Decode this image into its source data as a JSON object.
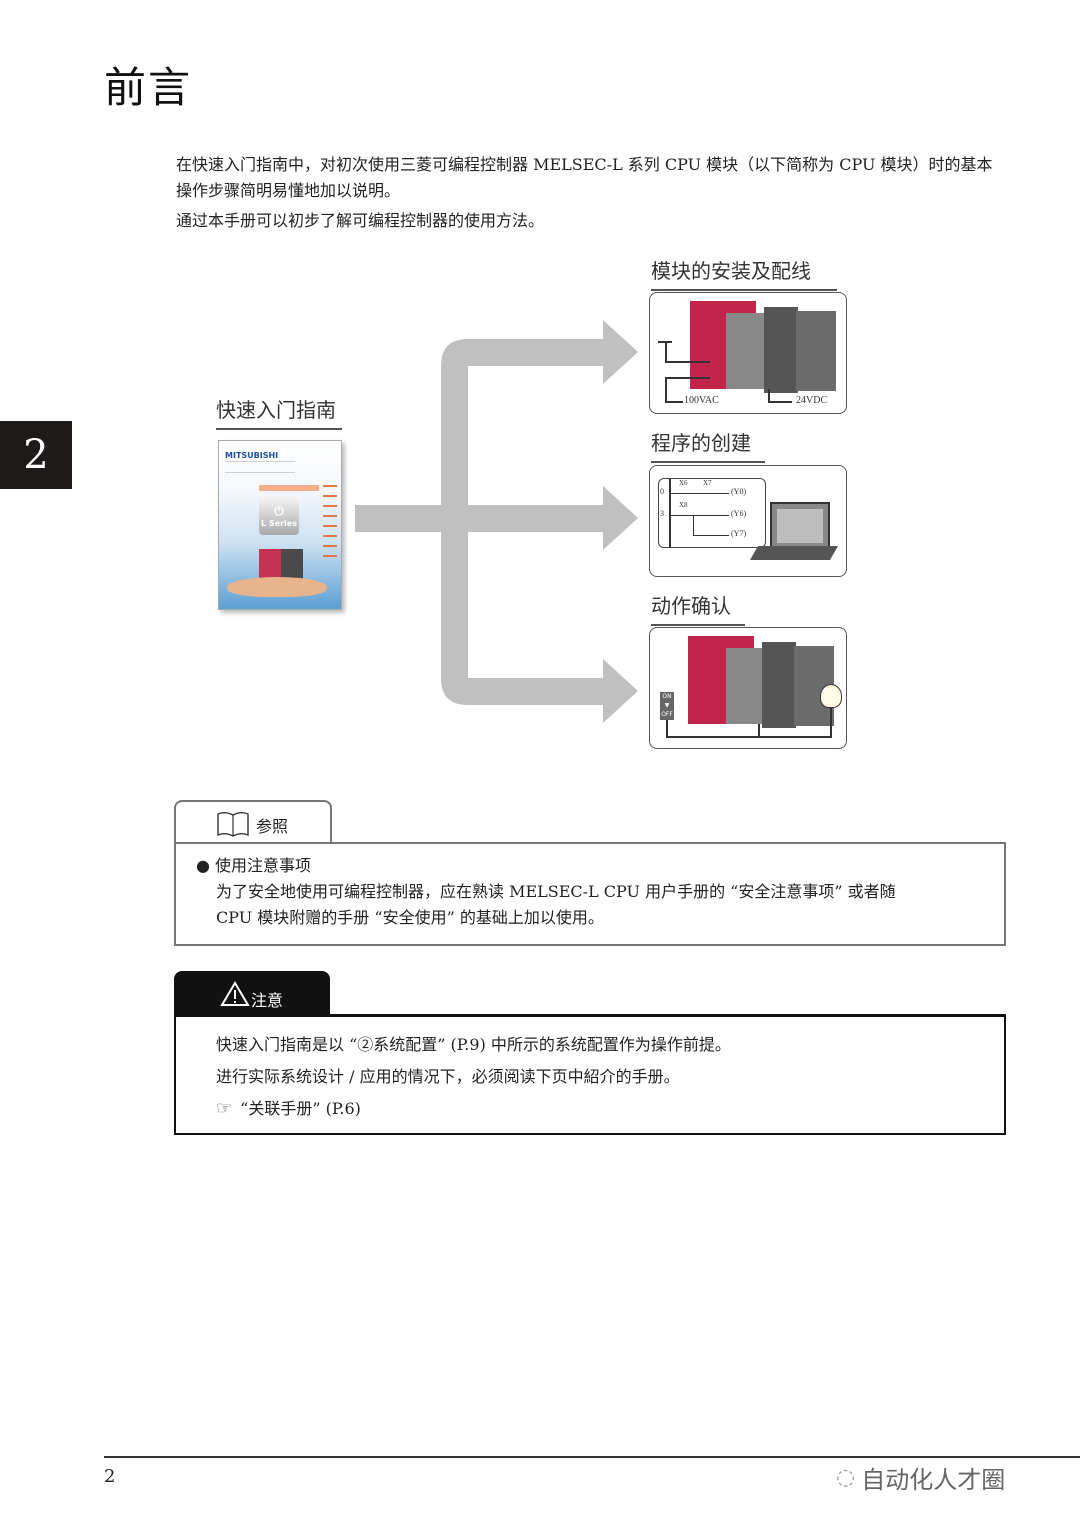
{
  "page": {
    "title": "前言",
    "chapter_tab": "2",
    "page_number": "2",
    "watermark": "自动化人才圈"
  },
  "intro": {
    "paragraph1": "在快速入门指南中，对初次使用三菱可编程控制器 MELSEC-L 系列 CPU 模块（以下简称为 CPU 模块）时的基本操作步骤简明易懂地加以说明。",
    "paragraph2": "通过本手册可以初步了解可编程控制器的使用方法。"
  },
  "diagram": {
    "source_label": "快速入门指南",
    "book": {
      "brand": "MITSUBISHI",
      "series": "L Series"
    },
    "arrow_color": "#c0c0c0",
    "targets": [
      {
        "label": "模块的安装及配线",
        "labels": [
          "100VAC",
          "24VDC"
        ]
      },
      {
        "label": "程序的创建",
        "ladder": {
          "step0": "0",
          "step3": "3",
          "contacts": [
            "X6",
            "X7",
            "X8"
          ],
          "coils": [
            "(Y0)",
            "(Y6)",
            "(Y7)"
          ]
        }
      },
      {
        "label": "动作确认",
        "switch": [
          "ON",
          "OFF"
        ]
      }
    ]
  },
  "reference": {
    "tab_label": "参照",
    "heading": "● 使用注意事项",
    "line1": "为了安全地使用可编程控制器，应在熟读 MELSEC-L CPU 用户手册的 “安全注意事项” 或者随",
    "line2": "CPU 模块附赠的手册 “安全使用” 的基础上加以使用。"
  },
  "caution": {
    "tab_label": "注意",
    "line1": "快速入门指南是以 “②系统配置” (P.9) 中所示的系统配置作为操作前提。",
    "line2": "进行实际系统设计 / 应用的情况下，必须阅读下页中紹介的手册。",
    "link": "“关联手册” (P.6)"
  }
}
